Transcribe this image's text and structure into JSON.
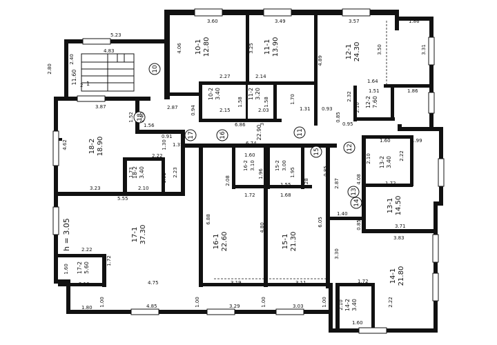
{
  "rooms": [
    {
      "id": "10-1",
      "area": "12.80"
    },
    {
      "id": "11-1",
      "area": "13.90"
    },
    {
      "id": "12-1",
      "area": "24.30"
    },
    {
      "id": "10-2",
      "area": "3.40"
    },
    {
      "id": "11-2",
      "area": "3.20"
    },
    {
      "id": "12-2",
      "area": "7.60"
    },
    {
      "id": "18-2",
      "area": "18.90"
    },
    {
      "id": "18-2",
      "area": "3.40"
    },
    {
      "id": "16-2",
      "area": "3.10"
    },
    {
      "id": "15-2",
      "area": "3.00"
    },
    {
      "id": "13-2",
      "area": "3.40"
    },
    {
      "id": "13-1",
      "area": "14.50"
    },
    {
      "id": "17-1",
      "area": "37.30"
    },
    {
      "id": "16-1",
      "area": "22.60"
    },
    {
      "id": "15-1",
      "area": "21.30"
    },
    {
      "id": "14-1",
      "area": "21.80"
    },
    {
      "id": "17-2",
      "area": "5.60"
    },
    {
      "id": "14-2",
      "area": "3.40"
    },
    {
      "id": "1",
      "area": "11.60"
    },
    {
      "id": "3",
      "area": "22.90"
    }
  ],
  "markers": [
    "10",
    "18",
    "17",
    "16",
    "11",
    "15",
    "12",
    "13",
    "14"
  ],
  "dimensions": [
    "5.23",
    "4.83",
    "2.80",
    "2.40",
    "3.60",
    "4.06",
    "3.49",
    "3.25",
    "3.57",
    "4.89",
    "3.50",
    "1.86",
    "3.31",
    "1.64",
    "2.32",
    "1.51",
    "1.86",
    "2.10",
    "2.27",
    "2.14",
    "2.15",
    "2.03",
    "1.58",
    "1.58",
    "1.70",
    "0.94",
    "1.31",
    "0.93",
    "0.85",
    "0.95",
    "3.87",
    "1.52",
    "1.40",
    "1.56",
    "2.87",
    "6.86",
    "4.62",
    "0.91",
    "1.30",
    "1.37",
    "6.74",
    "1.60",
    "1.60",
    "1.99",
    "2.22",
    "2.23",
    "1.73",
    "1.61",
    "3.23",
    "2.10",
    "5.55",
    "1.96",
    "1.95",
    "1.55",
    "1.28",
    "1.72",
    "1.68",
    "2.87",
    "4.08",
    "2.10",
    "2.22",
    "1.72",
    "1.40",
    "0.85",
    "3.71",
    "3.83",
    "6.88",
    "4.80",
    "6.05",
    "3.30",
    "2.22",
    "1.60",
    "1.72",
    "2.10",
    "4.75",
    "3.19",
    "3.11",
    "1.72",
    "2.22",
    "2.10",
    "1.60",
    "1.80",
    "1.00",
    "4.85",
    "1.00",
    "3.29",
    "1.00",
    "3.03",
    "1.00",
    "0.85",
    "2.08"
  ],
  "height_label": "h = 3.05",
  "stair_mark": "2"
}
